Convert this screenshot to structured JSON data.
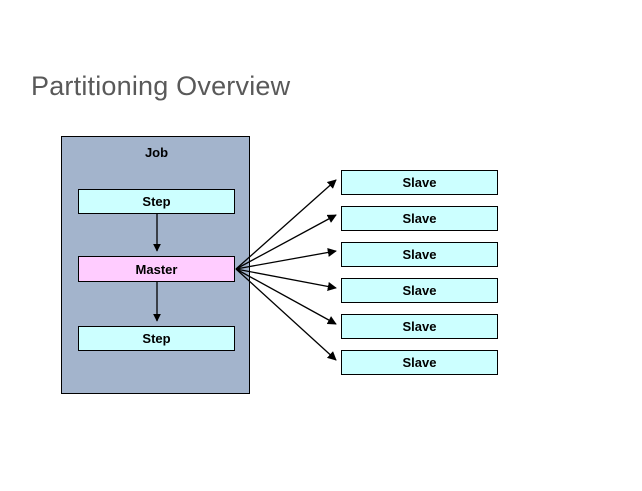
{
  "slide": {
    "title": "Partitioning Overview",
    "background_color": "#ffffff",
    "title_color": "#595959"
  },
  "diagram": {
    "type": "block-diagram",
    "job": {
      "label": "Job",
      "fill_color": "#a3b4cc",
      "border_color": "#000000",
      "children": [
        {
          "id": "step-top",
          "label": "Step",
          "fill_color": "#ccffff"
        },
        {
          "id": "master",
          "label": "Master",
          "fill_color": "#ffccff"
        },
        {
          "id": "step-bottom",
          "label": "Step",
          "fill_color": "#ccffff"
        }
      ]
    },
    "slaves": {
      "fill_color": "#ccffff",
      "items": [
        {
          "label": "Slave"
        },
        {
          "label": "Slave"
        },
        {
          "label": "Slave"
        },
        {
          "label": "Slave"
        },
        {
          "label": "Slave"
        },
        {
          "label": "Slave"
        }
      ]
    },
    "connectors": {
      "color": "#000000",
      "internal": [
        {
          "from": "step-top",
          "to": "master"
        },
        {
          "from": "master",
          "to": "step-bottom"
        }
      ],
      "fanout_from": "master",
      "fanout_count": 6
    }
  }
}
